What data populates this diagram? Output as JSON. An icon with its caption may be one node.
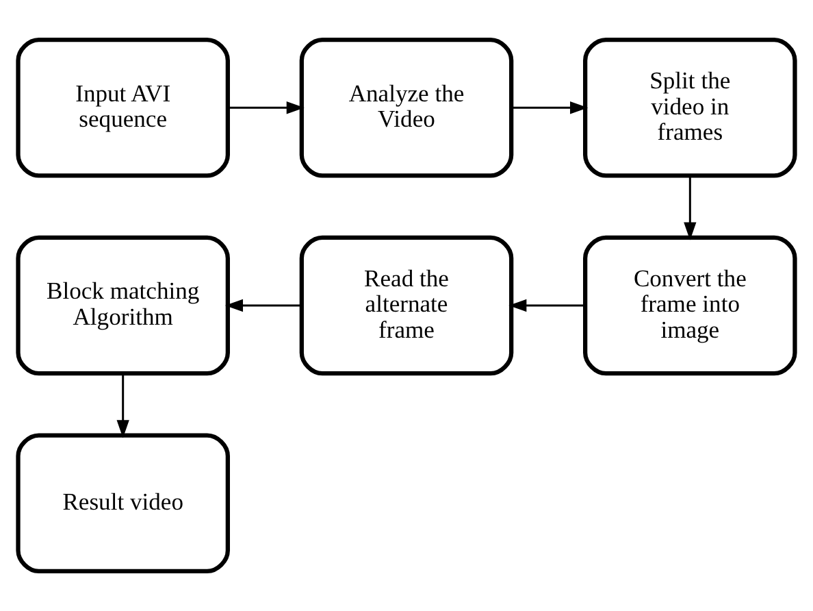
{
  "diagram": {
    "nodes": [
      {
        "text": [
          "Input AVI sequence"
        ]
      },
      {
        "text": [
          "Analyze the Video"
        ]
      },
      {
        "text": [
          "Split the video in frames"
        ]
      },
      {
        "text": [
          "Convert the frame into image"
        ]
      },
      {
        "text": [
          "Read the alternate frame"
        ]
      },
      {
        "text": [
          "Block matching Algorithm"
        ]
      },
      {
        "text": [
          "Result video"
        ]
      }
    ],
    "edges": [
      {
        "from": 0,
        "to": 1,
        "arrow": "to"
      },
      {
        "from": 1,
        "to": 2,
        "arrow": "to"
      },
      {
        "from": 2,
        "to": 3,
        "arrow": "to"
      },
      {
        "from": 3,
        "to": 4,
        "arrow": "to"
      },
      {
        "from": 4,
        "to": 5,
        "arrow": "to"
      },
      {
        "from": 5,
        "to": 6,
        "arrow": "to"
      }
    ]
  }
}
